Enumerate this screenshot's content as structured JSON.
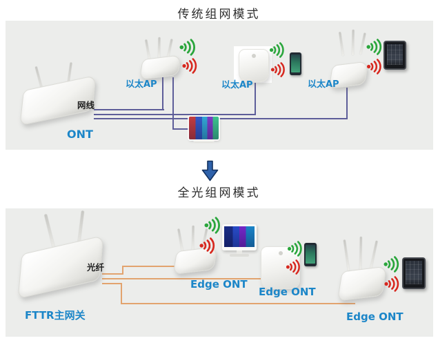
{
  "diagram": {
    "traditional": {
      "title": "传统组网模式",
      "gateway_label": "ONT",
      "cable_label": "网线",
      "ap_labels": [
        "以太AP",
        "以太AP",
        "以太AP"
      ]
    },
    "optical": {
      "title": "全光组网模式",
      "gateway_label": "FTTR主网关",
      "cable_label": "光纤",
      "ont_labels": [
        "Edge ONT",
        "Edge ONT",
        "Edge ONT"
      ]
    },
    "colors": {
      "panel_bg": "#ecedeb",
      "ethernet_cable": "#5d5d99",
      "fiber_cable": "#e2a36e",
      "label_blue": "#1c86c8",
      "label_dark": "#1f1f1f",
      "wifi_green": "#2aa63c",
      "wifi_red": "#d7281f",
      "arrow_blue": "#2f62ab"
    }
  }
}
